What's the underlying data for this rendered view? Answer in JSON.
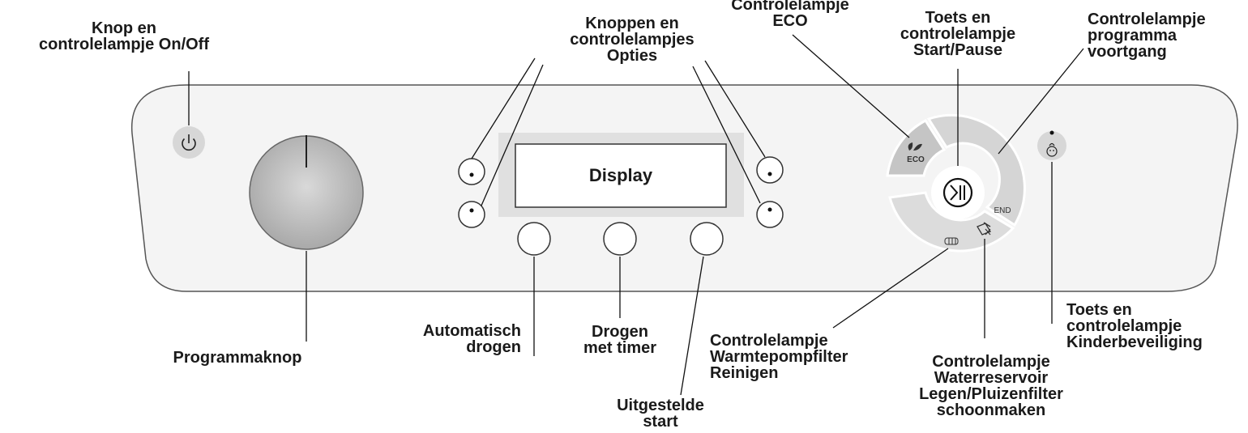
{
  "labels": {
    "on_off": [
      "Knop en",
      "controlelampje On/Off"
    ],
    "options": [
      "Knoppen en",
      "controlelampjes",
      "Opties"
    ],
    "eco": [
      "Controlelampje",
      "ECO"
    ],
    "start_pause": [
      "Toets en",
      "controlelampje",
      "Start/Pause"
    ],
    "progress": [
      "Controlelampje",
      "programma",
      "voortgang"
    ],
    "program_knob": [
      "Programmaknop"
    ],
    "auto_dry": [
      "Automatisch",
      "drogen"
    ],
    "timer_dry": [
      "Drogen",
      "met timer"
    ],
    "delayed_start": [
      "Uitgestelde",
      "start"
    ],
    "heatpump_filter": [
      "Controlelampje",
      "Warmtepompfilter",
      "Reinigen"
    ],
    "water_tank": [
      "Controlelampje",
      "Waterreservoir",
      "Legen/Pluizenfilter",
      "schoonmaken"
    ],
    "child_lock": [
      "Toets en",
      "controlelampje",
      "Kinderbeveiliging"
    ]
  },
  "display": {
    "text": "Display"
  },
  "panel": {
    "eco_text": "ECO",
    "end_text": "END"
  },
  "icons": {
    "power": "power-icon",
    "play_pause": "play-pause-icon",
    "eco": "eco-leaf-icon",
    "heatpump_filter": "heatpump-filter-icon",
    "water_tank": "water-tank-icon",
    "child_lock": "child-lock-icon"
  }
}
